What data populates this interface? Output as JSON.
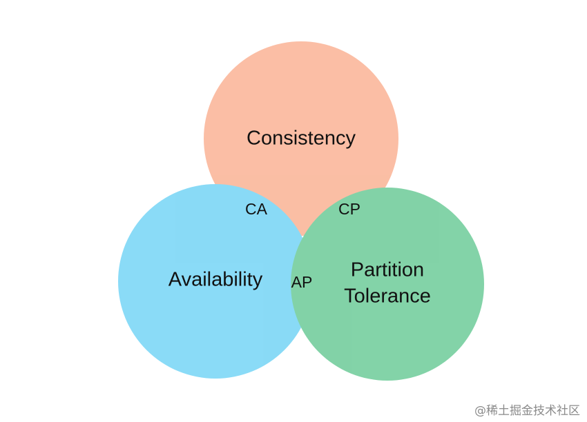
{
  "venn": {
    "sets": [
      {
        "key": "consistency",
        "label": "Consistency",
        "color": "#F7895B"
      },
      {
        "key": "availability",
        "label": "Availability",
        "color": "#29BDF0"
      },
      {
        "key": "partition_tolerance",
        "label_lines": [
          "Partition",
          "Tolerance"
        ],
        "color": "#1DAF61"
      }
    ],
    "intersections": [
      {
        "sets": [
          "consistency",
          "availability"
        ],
        "label": "CA"
      },
      {
        "sets": [
          "consistency",
          "partition_tolerance"
        ],
        "label": "CP"
      },
      {
        "sets": [
          "availability",
          "partition_tolerance"
        ],
        "label": "AP"
      }
    ]
  },
  "watermark": "@稀土掘金技术社区"
}
